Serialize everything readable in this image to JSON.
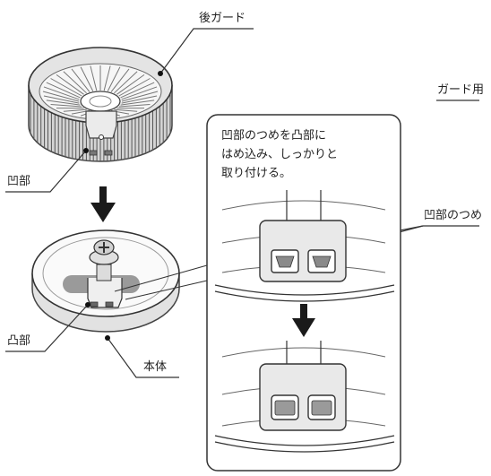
{
  "labels": {
    "rear_guard": "後ガード",
    "for_guard": "ガード用",
    "recess": "凹部",
    "protrusion": "凸部",
    "main_body": "本体",
    "recess_claw": "凹部のつめ"
  },
  "instruction": {
    "line1": "凹部のつめを凸部に",
    "line2": "はめ込み、しっかりと",
    "line3": "取り付ける。"
  }
}
